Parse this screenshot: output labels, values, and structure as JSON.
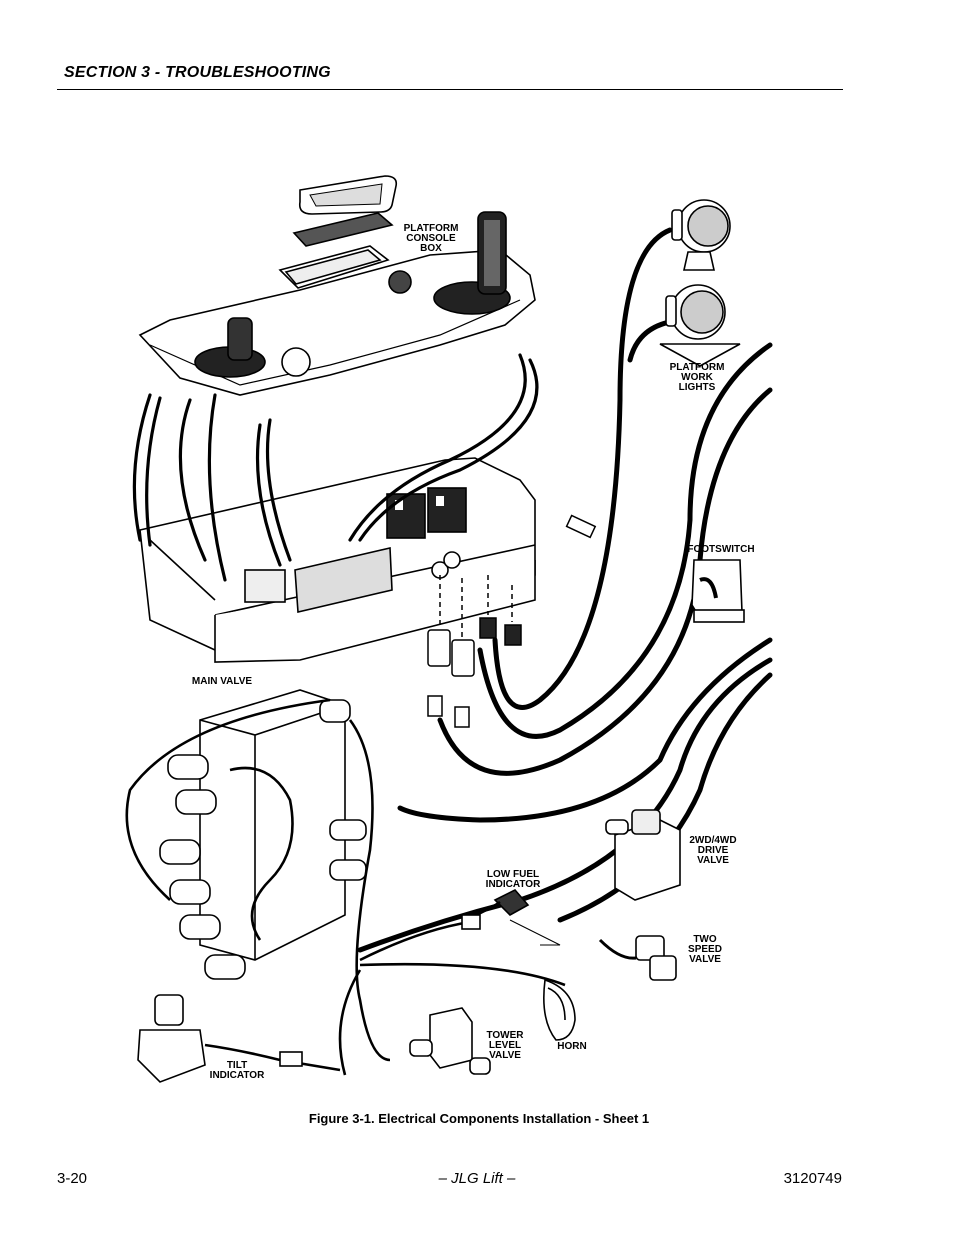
{
  "header": {
    "section_title": "SECTION 3 - TROUBLESHOOTING"
  },
  "diagram": {
    "labels": {
      "platform_console_box": [
        "PLATFORM",
        "CONSOLE",
        "BOX"
      ],
      "platform_work_lights": [
        "PLATFORM",
        "WORK",
        "LIGHTS"
      ],
      "footswitch": [
        "FOOTSWITCH"
      ],
      "main_valve": [
        "MAIN VALVE"
      ],
      "drive_valve": [
        "2WD/4WD",
        "DRIVE",
        "VALVE"
      ],
      "low_fuel_indicator": [
        "LOW FUEL",
        "INDICATOR"
      ],
      "two_speed_valve": [
        "TWO",
        "SPEED",
        "VALVE"
      ],
      "tower_level_valve": [
        "TOWER",
        "LEVEL",
        "VALVE"
      ],
      "horn": [
        "HORN"
      ],
      "tilt_indicator": [
        "TILT",
        "INDICATOR"
      ]
    }
  },
  "caption": "Figure 3-1.  Electrical Components Installation - Sheet 1",
  "footer": {
    "page_number": "3-20",
    "publisher": "– JLG Lift –",
    "doc_number": "3120749"
  }
}
